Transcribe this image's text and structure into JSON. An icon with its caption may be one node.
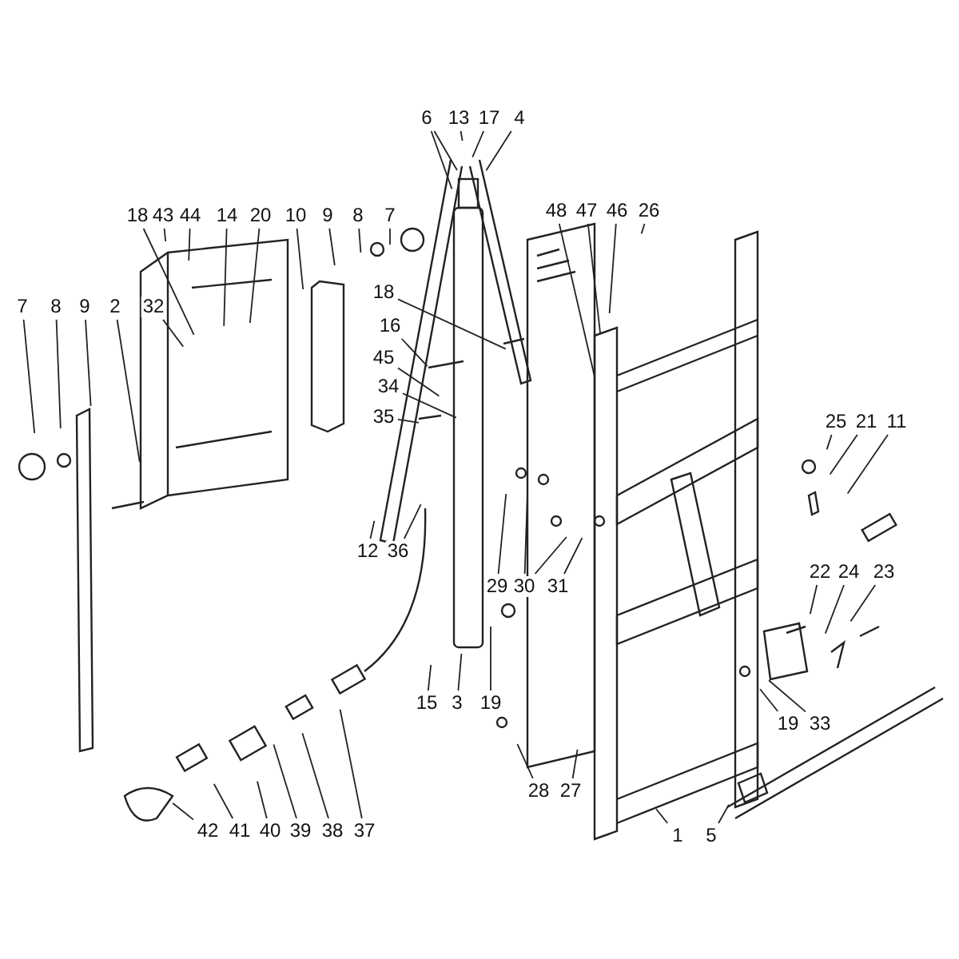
{
  "diagram": {
    "nodes": [
      {
        "text": [
          "6"
        ]
      },
      {
        "text": [
          "13"
        ]
      },
      {
        "text": [
          "17"
        ]
      },
      {
        "text": [
          "4"
        ]
      },
      {
        "text": [
          "18"
        ]
      },
      {
        "text": [
          "43"
        ]
      },
      {
        "text": [
          "44"
        ]
      },
      {
        "text": [
          "14"
        ]
      },
      {
        "text": [
          "20"
        ]
      },
      {
        "text": [
          "10"
        ]
      },
      {
        "text": [
          "9"
        ]
      },
      {
        "text": [
          "8"
        ]
      },
      {
        "text": [
          "7"
        ]
      },
      {
        "text": [
          "48"
        ]
      },
      {
        "text": [
          "47"
        ]
      },
      {
        "text": [
          "46"
        ]
      },
      {
        "text": [
          "26"
        ]
      },
      {
        "text": [
          "7"
        ]
      },
      {
        "text": [
          "8"
        ]
      },
      {
        "text": [
          "9"
        ]
      },
      {
        "text": [
          "2"
        ]
      },
      {
        "text": [
          "32"
        ]
      },
      {
        "text": [
          "18"
        ]
      },
      {
        "text": [
          "16"
        ]
      },
      {
        "text": [
          "45"
        ]
      },
      {
        "text": [
          "34"
        ]
      },
      {
        "text": [
          "35"
        ]
      },
      {
        "text": [
          "25"
        ]
      },
      {
        "text": [
          "21"
        ]
      },
      {
        "text": [
          "11"
        ]
      },
      {
        "text": [
          "12"
        ]
      },
      {
        "text": [
          "36"
        ]
      },
      {
        "text": [
          "29"
        ]
      },
      {
        "text": [
          "30"
        ]
      },
      {
        "text": [
          "31"
        ]
      },
      {
        "text": [
          "22"
        ]
      },
      {
        "text": [
          "24"
        ]
      },
      {
        "text": [
          "23"
        ]
      },
      {
        "text": [
          "15"
        ]
      },
      {
        "text": [
          "3"
        ]
      },
      {
        "text": [
          "19"
        ]
      },
      {
        "text": [
          "19"
        ]
      },
      {
        "text": [
          "33"
        ]
      },
      {
        "text": [
          "28"
        ]
      },
      {
        "text": [
          "27"
        ]
      },
      {
        "text": [
          "1"
        ]
      },
      {
        "text": [
          "5"
        ]
      },
      {
        "text": [
          "42"
        ]
      },
      {
        "text": [
          "41"
        ]
      },
      {
        "text": [
          "40"
        ]
      },
      {
        "text": [
          "39"
        ]
      },
      {
        "text": [
          "38"
        ]
      },
      {
        "text": [
          "37"
        ]
      }
    ],
    "edges": [
      {
        "from": 0,
        "to": null,
        "arrow": "none"
      },
      {
        "from": 0,
        "to": null,
        "arrow": "none"
      },
      {
        "from": 1,
        "to": null,
        "arrow": "none"
      },
      {
        "from": 2,
        "to": null,
        "arrow": "none"
      },
      {
        "from": 3,
        "to": null,
        "arrow": "none"
      },
      {
        "from": 4,
        "to": null,
        "arrow": "none"
      },
      {
        "from": 5,
        "to": null,
        "arrow": "none"
      },
      {
        "from": 6,
        "to": null,
        "arrow": "none"
      },
      {
        "from": 7,
        "to": null,
        "arrow": "none"
      },
      {
        "from": 8,
        "to": null,
        "arrow": "none"
      },
      {
        "from": 9,
        "to": null,
        "arrow": "none"
      },
      {
        "from": 10,
        "to": null,
        "arrow": "none"
      },
      {
        "from": 11,
        "to": null,
        "arrow": "none"
      },
      {
        "from": 12,
        "to": null,
        "arrow": "none"
      },
      {
        "from": 13,
        "to": null,
        "arrow": "none"
      },
      {
        "from": 14,
        "to": null,
        "arrow": "none"
      },
      {
        "from": 15,
        "to": null,
        "arrow": "none"
      },
      {
        "from": 16,
        "to": null,
        "arrow": "none"
      },
      {
        "from": 17,
        "to": null,
        "arrow": "none"
      },
      {
        "from": 18,
        "to": null,
        "arrow": "none"
      },
      {
        "from": 19,
        "to": null,
        "arrow": "none"
      },
      {
        "from": 20,
        "to": null,
        "arrow": "none"
      },
      {
        "from": 21,
        "to": null,
        "arrow": "none"
      },
      {
        "from": 22,
        "to": null,
        "arrow": "none"
      },
      {
        "from": 23,
        "to": null,
        "arrow": "none"
      },
      {
        "from": 24,
        "to": null,
        "arrow": "none"
      },
      {
        "from": 25,
        "to": null,
        "arrow": "none"
      },
      {
        "from": 26,
        "to": null,
        "arrow": "none"
      },
      {
        "from": 27,
        "to": null,
        "arrow": "none"
      },
      {
        "from": 28,
        "to": null,
        "arrow": "none"
      },
      {
        "from": 29,
        "to": null,
        "arrow": "none"
      },
      {
        "from": 30,
        "to": null,
        "arrow": "none"
      },
      {
        "from": 31,
        "to": null,
        "arrow": "none"
      },
      {
        "from": 32,
        "to": null,
        "arrow": "none"
      },
      {
        "from": 33,
        "to": null,
        "arrow": "none"
      },
      {
        "from": 33,
        "to": null,
        "arrow": "none"
      },
      {
        "from": 34,
        "to": null,
        "arrow": "none"
      },
      {
        "from": 35,
        "to": null,
        "arrow": "none"
      },
      {
        "from": 36,
        "to": null,
        "arrow": "none"
      },
      {
        "from": 37,
        "to": null,
        "arrow": "none"
      },
      {
        "from": 38,
        "to": null,
        "arrow": "none"
      },
      {
        "from": 39,
        "to": null,
        "arrow": "none"
      },
      {
        "from": 40,
        "to": null,
        "arrow": "none"
      },
      {
        "from": 41,
        "to": null,
        "arrow": "none"
      },
      {
        "from": 42,
        "to": null,
        "arrow": "none"
      },
      {
        "from": 43,
        "to": null,
        "arrow": "none"
      },
      {
        "from": 44,
        "to": null,
        "arrow": "none"
      },
      {
        "from": 45,
        "to": null,
        "arrow": "none"
      },
      {
        "from": 46,
        "to": null,
        "arrow": "none"
      },
      {
        "from": 47,
        "to": null,
        "arrow": "none"
      },
      {
        "from": 48,
        "to": null,
        "arrow": "none"
      },
      {
        "from": 49,
        "to": null,
        "arrow": "none"
      },
      {
        "from": 50,
        "to": null,
        "arrow": "none"
      },
      {
        "from": 51,
        "to": null,
        "arrow": "none"
      },
      {
        "from": 52,
        "to": null,
        "arrow": "none"
      }
    ]
  }
}
